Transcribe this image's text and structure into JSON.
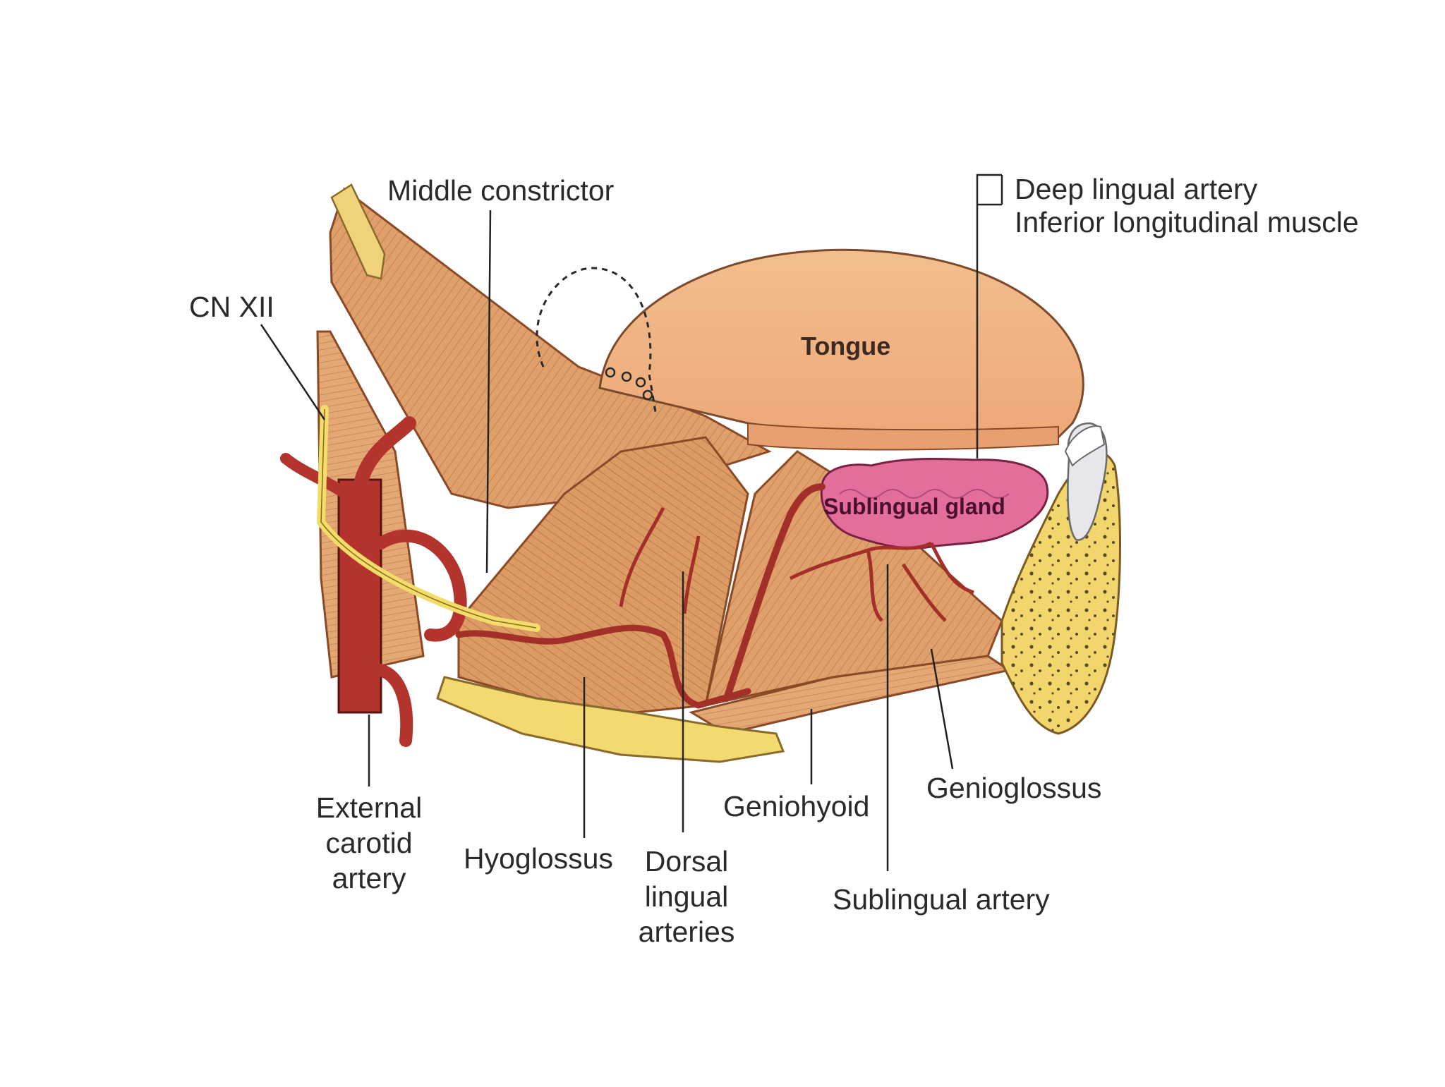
{
  "diagram": {
    "title": "",
    "labels": {
      "middle_constrictor": "Middle constrictor",
      "deep_lingual_artery": "Deep lingual artery",
      "inferior_longitudinal_muscle": "Inferior longitudinal muscle",
      "cn_xii": "CN XII",
      "tongue": "Tongue",
      "sublingual_gland": "Sublingual gland",
      "external_carotid_artery": [
        "External",
        "carotid",
        "artery"
      ],
      "hyoglossus": "Hyoglossus",
      "dorsal_lingual_arteries": [
        "Dorsal",
        "lingual",
        "arteries"
      ],
      "geniohyoid": "Geniohyoid",
      "genioglossus": "Genioglossus",
      "sublingual_artery": "Sublingual artery"
    },
    "colors": {
      "muscle": "#e2a26e",
      "muscle_dark": "#b06a3c",
      "tongue": "#f0b888",
      "artery": "#b2342c",
      "nerve": "#f2dc6a",
      "gland": "#e26a98",
      "bone": "#f4d870",
      "leader": "#222222"
    }
  }
}
